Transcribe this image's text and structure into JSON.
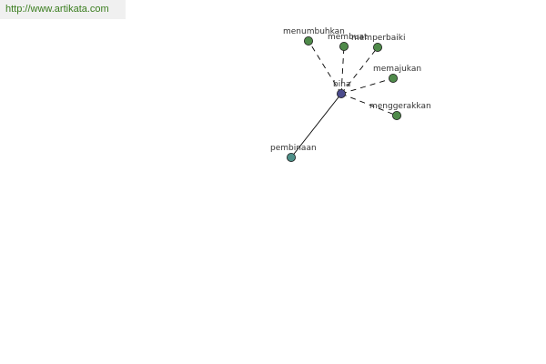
{
  "site": {
    "url_text": "http://www.artikata.com"
  },
  "colors": {
    "center_node": "#4b4b8c",
    "leaf_node": "#4f8a4a",
    "derived_node": "#4e8f88",
    "edge": "#000000",
    "link": "#3a7d1e"
  },
  "graph": {
    "center": {
      "id": "bina",
      "label": "bina"
    },
    "nodes": [
      {
        "id": "menumbuhkan",
        "label": "menumbuhkan",
        "kind": "leaf"
      },
      {
        "id": "membuat",
        "label": "membuat",
        "kind": "leaf"
      },
      {
        "id": "memperbaiki",
        "label": "memperbaiki",
        "kind": "leaf"
      },
      {
        "id": "memajukan",
        "label": "memajukan",
        "kind": "leaf"
      },
      {
        "id": "menggerakkan",
        "label": "menggerakkan",
        "kind": "leaf"
      },
      {
        "id": "pembinaan",
        "label": "pembinaan",
        "kind": "derived"
      }
    ],
    "edges": [
      {
        "from": "bina",
        "to": "menumbuhkan",
        "style": "dashed"
      },
      {
        "from": "bina",
        "to": "membuat",
        "style": "dashed"
      },
      {
        "from": "bina",
        "to": "memperbaiki",
        "style": "dashed"
      },
      {
        "from": "bina",
        "to": "memajukan",
        "style": "dashed"
      },
      {
        "from": "bina",
        "to": "menggerakkan",
        "style": "dashed"
      },
      {
        "from": "bina",
        "to": "pembinaan",
        "style": "solid"
      }
    ]
  }
}
